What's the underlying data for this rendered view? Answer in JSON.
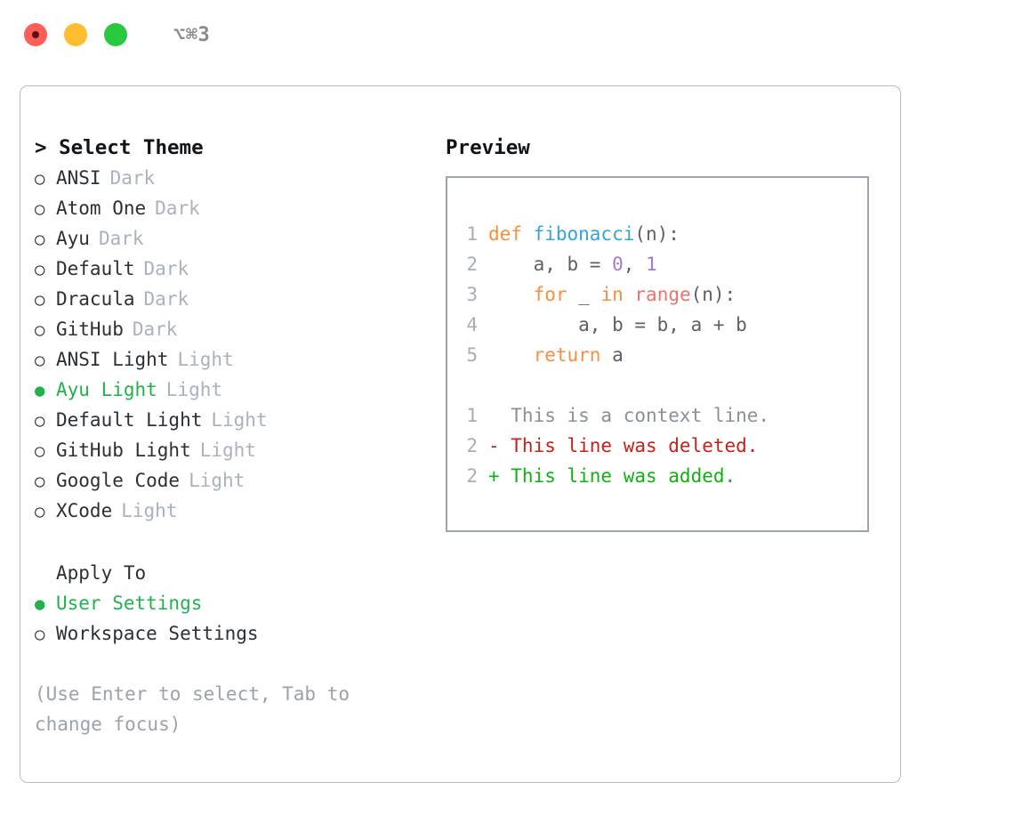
{
  "window": {
    "shortcut": "⌥⌘3",
    "traffic_lights": [
      {
        "name": "close",
        "color": "#FF5F57"
      },
      {
        "name": "minimize",
        "color": "#FEBC2E"
      },
      {
        "name": "maximize",
        "color": "#28C840"
      }
    ]
  },
  "theme_picker": {
    "caret": ">",
    "title": "Select Theme",
    "selected_bullet": "●",
    "unselected_bullet": "○",
    "items": [
      {
        "label": "ANSI",
        "tag": "Dark",
        "selected": false
      },
      {
        "label": "Atom One",
        "tag": "Dark",
        "selected": false
      },
      {
        "label": "Ayu",
        "tag": "Dark",
        "selected": false
      },
      {
        "label": "Default",
        "tag": "Dark",
        "selected": false
      },
      {
        "label": "Dracula",
        "tag": "Dark",
        "selected": false
      },
      {
        "label": "GitHub",
        "tag": "Dark",
        "selected": false
      },
      {
        "label": "ANSI Light",
        "tag": "Light",
        "selected": false
      },
      {
        "label": "Ayu Light",
        "tag": "Light",
        "selected": true
      },
      {
        "label": "Default Light",
        "tag": "Light",
        "selected": false
      },
      {
        "label": "GitHub Light",
        "tag": "Light",
        "selected": false
      },
      {
        "label": "Google Code",
        "tag": "Light",
        "selected": false
      },
      {
        "label": "XCode",
        "tag": "Light",
        "selected": false
      }
    ]
  },
  "apply_to": {
    "title": "Apply To",
    "items": [
      {
        "label": "User Settings",
        "selected": true
      },
      {
        "label": "Workspace Settings",
        "selected": false
      }
    ]
  },
  "hint": "(Use Enter to select, Tab to change focus)",
  "preview": {
    "title": "Preview",
    "code_lines": [
      {
        "no": "1",
        "tokens": [
          {
            "text": "def ",
            "cls": "tok-kw"
          },
          {
            "text": "fibonacci",
            "cls": "tok-fn"
          },
          {
            "text": "(n):",
            "cls": "tok-plain"
          }
        ]
      },
      {
        "no": "2",
        "tokens": [
          {
            "text": "    a, b = ",
            "cls": "tok-plain"
          },
          {
            "text": "0",
            "cls": "tok-num"
          },
          {
            "text": ", ",
            "cls": "tok-plain"
          },
          {
            "text": "1",
            "cls": "tok-num"
          }
        ]
      },
      {
        "no": "3",
        "tokens": [
          {
            "text": "    ",
            "cls": "tok-plain"
          },
          {
            "text": "for",
            "cls": "tok-kw"
          },
          {
            "text": " _ ",
            "cls": "tok-plain"
          },
          {
            "text": "in",
            "cls": "tok-kw"
          },
          {
            "text": " ",
            "cls": "tok-plain"
          },
          {
            "text": "range",
            "cls": "tok-fnc"
          },
          {
            "text": "(n):",
            "cls": "tok-plain"
          }
        ]
      },
      {
        "no": "4",
        "tokens": [
          {
            "text": "        a, b = b, a + b",
            "cls": "tok-plain"
          }
        ]
      },
      {
        "no": "5",
        "tokens": [
          {
            "text": "    ",
            "cls": "tok-plain"
          },
          {
            "text": "return",
            "cls": "tok-kw"
          },
          {
            "text": " a",
            "cls": "tok-plain"
          }
        ]
      }
    ],
    "diff_lines": [
      {
        "no": "1",
        "text": "  This is a context line.",
        "cls": "diff-ctx"
      },
      {
        "no": "2",
        "text": "- This line was deleted.",
        "cls": "diff-del"
      },
      {
        "no": "2",
        "text": "+ This line was added.",
        "cls": "diff-add"
      }
    ]
  }
}
